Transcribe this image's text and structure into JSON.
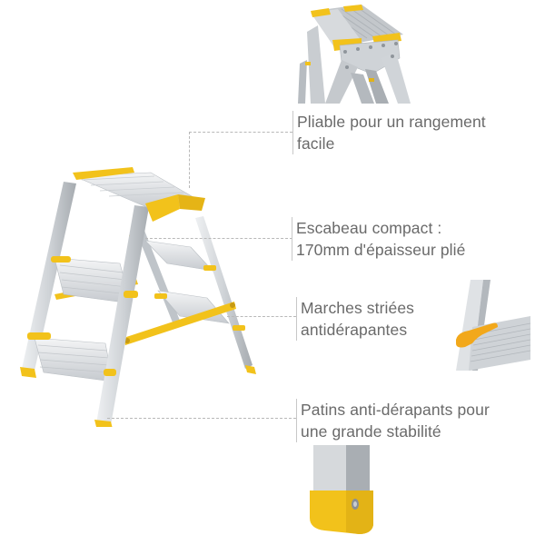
{
  "features": [
    {
      "line1": "Pliable pour un rangement",
      "line2": "facile"
    },
    {
      "line1": "Escabeau compact :",
      "line2": "170mm d'épaisseur plié"
    },
    {
      "line1": "Marches striées",
      "line2": "antidérapantes"
    },
    {
      "line1": "Patins anti-dérapants pour",
      "line2": "une grande stabilité"
    }
  ],
  "images": {
    "main": "double-sided-aluminium-step-ladder",
    "detail_top": "folding-hinge-platform",
    "detail_step": "grooved-step-with-yellow-bracket",
    "detail_foot": "yellow-anti-slip-foot"
  },
  "colors": {
    "accent_yellow": "#f2c21b",
    "aluminium": "#d6d9dc",
    "aluminium_dark": "#9ea3a8",
    "text": "#6a6a6a",
    "leader_line": "#b8b8b8"
  }
}
